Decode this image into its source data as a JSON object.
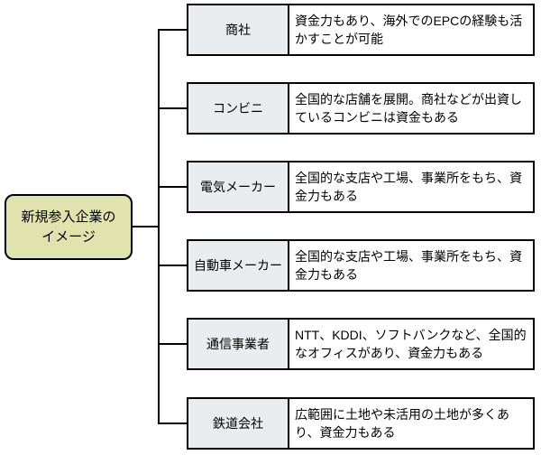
{
  "diagram": {
    "root": {
      "title": "新規参入企業のイメージ",
      "title_lines": [
        "新規参入企業の",
        "イメージ"
      ]
    },
    "rows": [
      {
        "label": "商社",
        "description": "資金力もあり、海外でのEPCの経験も活かすことが可能"
      },
      {
        "label": "コンビニ",
        "description": "全国的な店舗を展開。商社などが出資しているコンビニは資金もある"
      },
      {
        "label": "電気メーカー",
        "description": "全国的な支店や工場、事業所をもち、資金力もある"
      },
      {
        "label": "自動車メーカー",
        "description": "全国的な支店や工場、事業所をもち、資金力もある"
      },
      {
        "label": "通信事業者",
        "description": "NTT、KDDI、ソフトバンクなど、全国的なオフィスがあり、資金力もある"
      },
      {
        "label": "鉄道会社",
        "description": "広範囲に土地や未活用の土地が多くあり、資金力もある"
      }
    ],
    "colors": {
      "root_fill": "#e0e3ae",
      "label_fill": "#e9edf0",
      "desc_fill": "#ffffff",
      "line": "#000000"
    }
  }
}
